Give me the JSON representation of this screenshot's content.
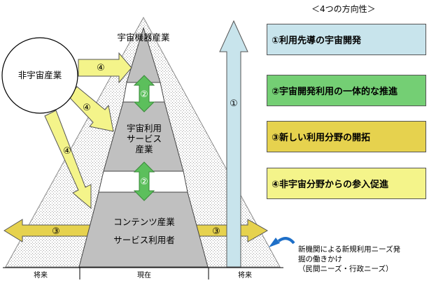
{
  "directions_title": "＜4つの方向性＞",
  "directions": [
    {
      "label": "①利用先導の宇宙開発",
      "color": "#c8e4ec"
    },
    {
      "label": "②宇宙開発利用の一体的な推進",
      "color": "#74cf74"
    },
    {
      "label": "③新しい利用分野の開拓",
      "color": "#e6d24e"
    },
    {
      "label": "④非宇宙分野からの参入促進",
      "color": "#f4f48a"
    }
  ],
  "pyramid": {
    "top": "宇宙機器産業",
    "middle": [
      "宇宙利用",
      "サービス",
      "産業"
    ],
    "bottom": [
      "コンテンツ産業",
      "サービス利用者"
    ]
  },
  "non_space": "非宇宙産業",
  "markers": {
    "one": "①",
    "two": "②",
    "three": "③",
    "four": "④"
  },
  "note_lines": [
    "新機関による新規利用ニーズ発",
    "掘の働きかけ",
    "（民間ニーズ・行政ニーズ）"
  ],
  "timeline": {
    "left": "将来",
    "center": "現在",
    "right": "将来"
  }
}
